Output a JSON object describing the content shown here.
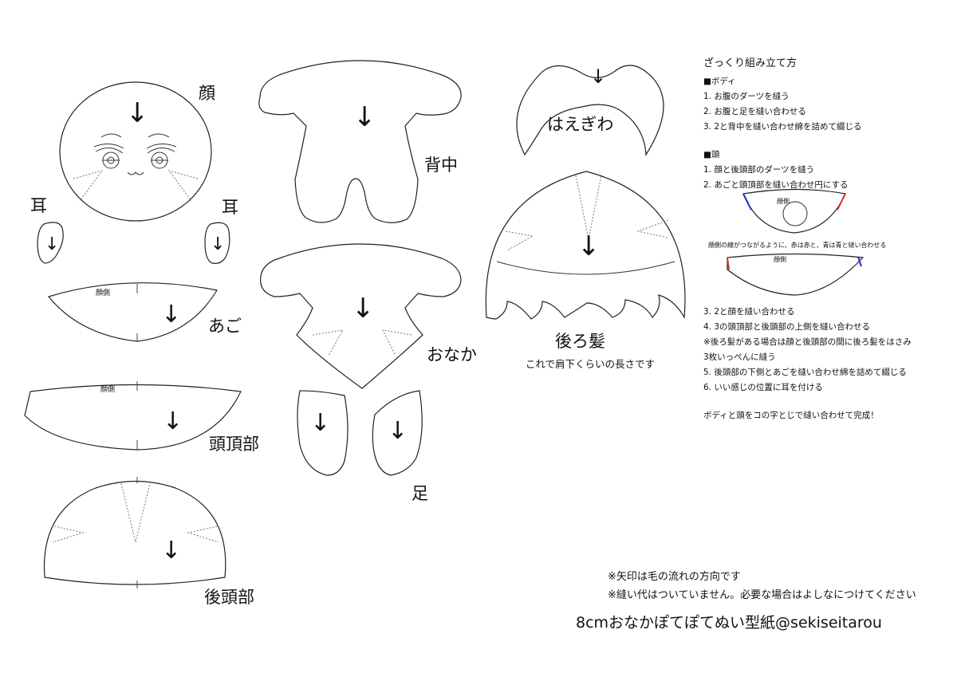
{
  "labels": {
    "face": "顔",
    "ear_left": "耳",
    "ear_right": "耳",
    "chin": "あご",
    "crown": "頭頂部",
    "back_head": "後頭部",
    "back": "背中",
    "belly": "おなか",
    "feet": "足",
    "hairline": "はえぎわ",
    "back_hair": "後ろ髪",
    "back_hair_note": "これで肩下くらいの長さです",
    "face_side": "顔側"
  },
  "arrow_glyph": "↓",
  "instructions": {
    "title": "ざっくり組み立て方",
    "body_heading": "■ボディ",
    "body_steps": [
      "1. お腹のダーツを縫う",
      "2. お腹と足を縫い合わせる",
      "3. 2と背中を縫い合わせ綿を詰めて綴じる"
    ],
    "head_heading": "■頭",
    "head_steps_a": [
      "1. 顔と後頭部のダーツを縫う",
      "2. あごと頭頂部を縫い合わせ円にする"
    ],
    "diagram_caption": "顔側の線がつながるように、赤は赤と、青は青と縫い合わせる",
    "head_steps_b": [
      "3. 2と顔を縫い合わせる",
      "4. 3の頭頂部と後頭部の上側を縫い合わせる",
      "※後ろ髪がある場合は顔と後頭部の間に後ろ髪をはさみ",
      "3枚いっぺんに縫う",
      "5. 後頭部の下側とあごを縫い合わせ綿を詰めて綴じる",
      "6. いい感じの位置に耳を付ける"
    ],
    "finish": "ボディと頭をコの字とじで縫い合わせて完成！"
  },
  "notes": [
    "※矢印は毛の流れの方向です",
    "※縫い代はついていません。必要な場合はよしなにつけてください"
  ],
  "credit": "8cmおなかぽてぽてぬい型紙@sekiseitarou",
  "colors": {
    "red": "#d03030",
    "blue": "#2030c0"
  }
}
